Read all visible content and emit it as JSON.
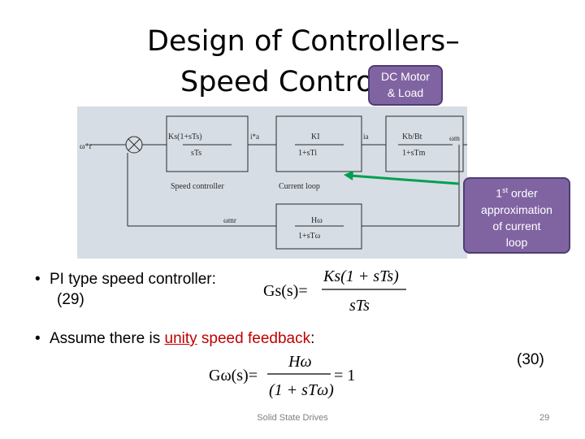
{
  "title": {
    "line1": "Design of Controllers–",
    "line2": "Speed Control"
  },
  "callouts": {
    "motor": [
      "DC Motor",
      "& Load"
    ],
    "approx_sup": "st",
    "approx_pre": "1",
    "approx_word1": "order",
    "approx_rest": [
      "approximation",
      "of current",
      "loop"
    ]
  },
  "diagram": {
    "input_label": "ω*r",
    "speed_block_num": "Ks(1+sTs)",
    "speed_block_den": "sTs",
    "current_block_num": "KI",
    "current_block_den": "1+sTi",
    "motor_block_num": "Kb/Bt",
    "motor_block_den": "1+sTm",
    "feedback_block_num": "Hω",
    "feedback_block_den": "1+sTω",
    "iq_ref_label": "i*a",
    "ia_label": "ia",
    "output_label": "ωm",
    "feedback_signal_label": "ωmr",
    "speed_controller_label": "Speed controller",
    "current_loop_label": "Current loop"
  },
  "bullets": [
    {
      "text": "PI type speed controller:",
      "eq_number": "(29)"
    },
    {
      "pre": "Assume there is ",
      "red_underline": "unity",
      "mid": " ",
      "red": "speed feedback",
      "post": ":",
      "eq_number": "(30)"
    }
  ],
  "equation1": {
    "lhs": "Gs(s)=",
    "num": "Ks(1 + sTs)",
    "den": "sTs"
  },
  "equation2": {
    "lhs": "Gω(s)=",
    "num": "Hω",
    "den": "(1 + sTω)",
    "rhs": "= 1"
  },
  "footer": "Solid State Drives",
  "page_number": "29",
  "colors": {
    "accent": "#8064a2",
    "arrow": "#00a050",
    "highlight": "#c00000"
  }
}
